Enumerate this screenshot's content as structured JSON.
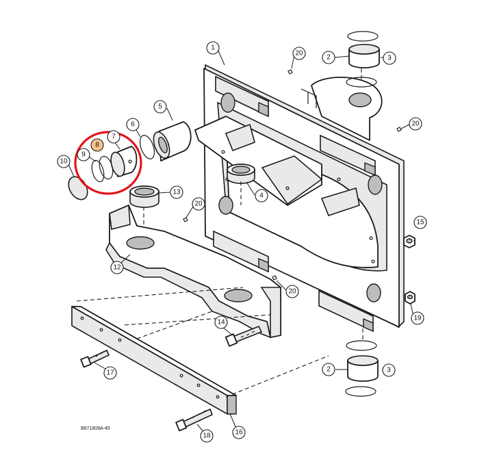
{
  "callouts": {
    "c1": "1",
    "c2a": "2",
    "c2b": "2",
    "c3a": "3",
    "c3b": "3",
    "c4": "4",
    "c5": "5",
    "c6": "6",
    "c7": "7",
    "c8": "8",
    "c9": "9",
    "c10": "10",
    "c12": "12",
    "c13": "13",
    "c14": "14",
    "c15": "15",
    "c16": "16",
    "c17": "17",
    "c18": "18",
    "c19": "19",
    "c20a": "20",
    "c20b": "20",
    "c20c": "20",
    "c20d": "20"
  },
  "reference_code": "B871809A-45",
  "highlight_color": "#e2141b",
  "highlighted_callout_color": "#f2c48a"
}
